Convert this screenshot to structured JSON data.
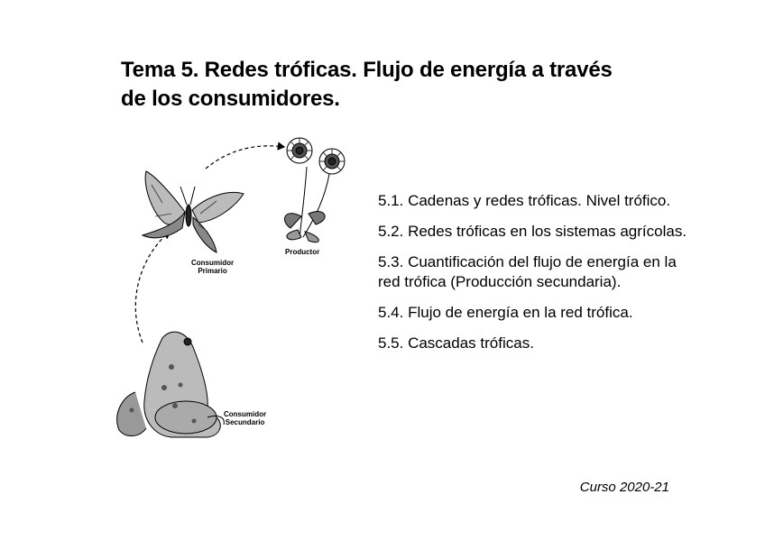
{
  "slide": {
    "title_line1": "Tema 5. Redes tróficas. Flujo de energía a través",
    "title_line2": "de los consumidores.",
    "topics": [
      "5.1. Cadenas y redes tróficas. Nivel trófico.",
      "5.2. Redes tróficas en los sistemas agrícolas.",
      "5.3. Cuantificación del flujo de energía en la red trófica (Producción secundaria).",
      "5.4. Flujo de energía en la red trófica.",
      "5.5. Cascadas tróficas."
    ],
    "course": "Curso 2020-21"
  },
  "figure": {
    "producer_label": "Productor",
    "primary_label_line1": "Consumidor",
    "primary_label_line2": "Primario",
    "secondary_label_line1": "Consumidor",
    "secondary_label_line2": "Secundario",
    "icons": [
      "butterfly-icon",
      "flower-icon",
      "frog-icon",
      "dashed-arrow-icon"
    ]
  }
}
